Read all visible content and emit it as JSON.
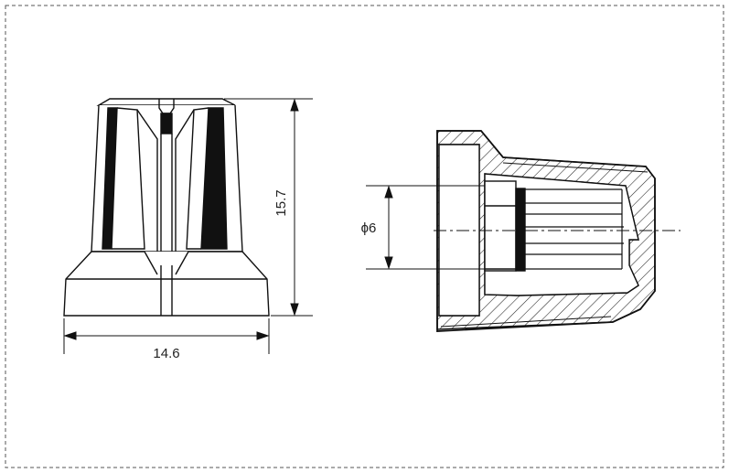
{
  "drawing": {
    "dimensions": {
      "width": "14.6",
      "height": "15.7",
      "shaft_diameter": "ϕ6"
    },
    "views": {
      "front": "knob-front-view",
      "section": "knob-cross-section-view"
    },
    "colors": {
      "line": "#111111",
      "border": "#555555",
      "hatch": "#222222",
      "paper": "#ffffff"
    }
  }
}
